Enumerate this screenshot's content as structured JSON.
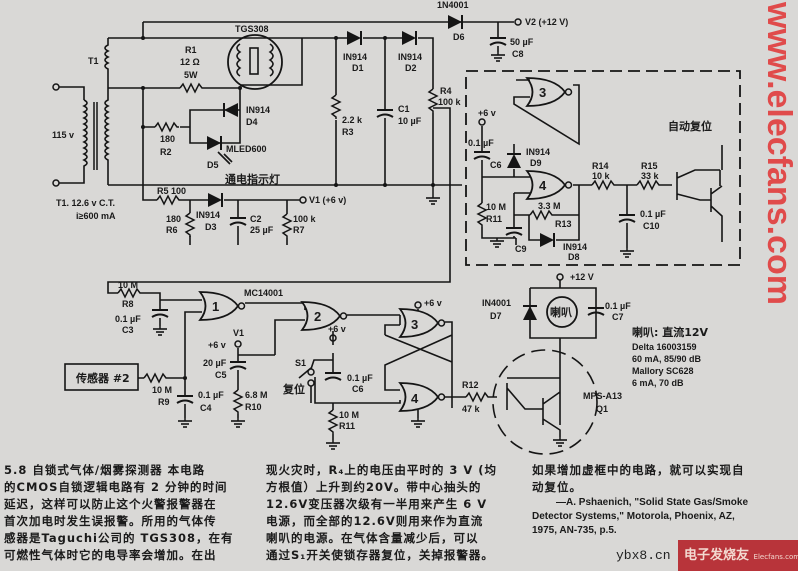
{
  "labels": {
    "tgs308": "TGS308",
    "r1": "R1",
    "r1_val": "12 Ω",
    "r1_w": "5W",
    "t1": "T1",
    "v115": "115 v",
    "t1_spec": "T1. 12.6 v C.T.",
    "t1_current": "i≥600 mA",
    "r2_val": "180",
    "r2": "R2",
    "d4_type": "IN914",
    "d4": "D4",
    "d5_type": "MLED600",
    "d5": "D5",
    "d5_desc": "通电指示灯",
    "d1_type": "IN914",
    "d1": "D1",
    "d2_type": "IN914",
    "d2": "D2",
    "r3_val": "2.2 k",
    "r3": "R3",
    "c1": "C1",
    "c1_val": "10 µF",
    "r4": "R4",
    "r4_val": "100 k",
    "d6_type": "1N4001",
    "d6": "D6",
    "v2": "V2 (+12 V)",
    "c8_val": "50 µF",
    "c8": "C8",
    "r5": "R5 100",
    "r6_val": "180",
    "r6": "R6",
    "d3_type": "IN914",
    "d3": "D3",
    "c2": "C2",
    "c2_val": "25 µF",
    "v1": "V1 (+6 v)",
    "r7_val": "100 k",
    "r7": "R7",
    "auto_reset": "自动复位",
    "box_plus6": "+6 v",
    "box_c6_val": "0.1 µF",
    "box_c6": "C6",
    "d9_type": "IN914",
    "d9": "D9",
    "box_r11_val": "10 M",
    "box_r11": "R11",
    "r13_val": "3.3 M",
    "r13": "R13",
    "c9": "C9",
    "d8_type": "IN914",
    "d8": "D8",
    "r14": "R14",
    "r14_val": "10 k",
    "r15": "R15",
    "r15_val": "33 k",
    "c10_val": "0.1 µF",
    "c10": "C10",
    "gate1": "1",
    "gate2": "2",
    "gate3": "3",
    "gate4": "4",
    "mc14001": "MC14001",
    "r8_val": "10 M",
    "r8": "R8",
    "c3_val": "0.1 µF",
    "c3": "C3",
    "sensor2": "传感器 #2",
    "r9_val": "10 M",
    "r9": "R9",
    "c4_val": "0.1 µF",
    "c4": "C4",
    "v1b": "V1",
    "v1b_plus": "+6 v",
    "c5_val": "20 µF",
    "c5": "C5",
    "r10_val": "6.8 M",
    "r10": "R10",
    "s1": "S1",
    "reset": "复位",
    "plus6_s1": "+6 v",
    "c6_val": "0.1 µF",
    "c6": "C6",
    "r11_val": "10 M",
    "r11": "R11",
    "plus6_g3": "+6 v",
    "r12": "R12",
    "r12_val": "47 k",
    "plus12": "+12 V",
    "d7_type": "IN4001",
    "d7": "D7",
    "horn": "喇叭",
    "c7_val": "0.1 µF",
    "c7": "C7",
    "q1_type": "MPS-A13",
    "q1": "Q1",
    "horn_title": "喇叭: 直流12V",
    "horn_spec1": "Delta 16003159",
    "horn_spec2": "60 mA, 85/90 dB",
    "horn_spec3": "Mallory SC628",
    "horn_spec4": "6 mA, 70 dB"
  },
  "text": {
    "col1": [
      "5.8  自锁式气体/烟雾探测器  本电路",
      "的CMOS自锁逻辑电路有 2 分钟的时间",
      "延迟，这样可以防止这个火警报警器在",
      "首次加电时发生误报警。所用的气体传",
      "感器是Taguchi公司的 TGS308，在有",
      "可燃性气体时它的电导率会增加。在出"
    ],
    "col2": [
      "现火灾时，R₄上的电压由平时的 3 V (均",
      "方根值）上升到约20V。带中心抽头的",
      "12.6V变压器次级有一半用来产生 6 V",
      "电源，而全部的12.6V则用来作为直流",
      "喇叭的电源。在气体含量减少后，可以",
      "通过S₁开关使锁存器复位，关掉报警器。"
    ],
    "col3": [
      "如果增加虚框中的电路，就可以实现自",
      "动复位。"
    ],
    "reference": [
      "—A. Pshaenich, \"Solid State Gas/Smoke",
      "Detector Systems,\" Motorola, Phoenix, AZ,",
      "1975, AN-735, p.5."
    ]
  },
  "watermarks": {
    "site": "www.elecfans.com",
    "ybx": "ybx8.cn",
    "logo": "电子发烧友",
    "logo_small": "Elecfans.com"
  }
}
